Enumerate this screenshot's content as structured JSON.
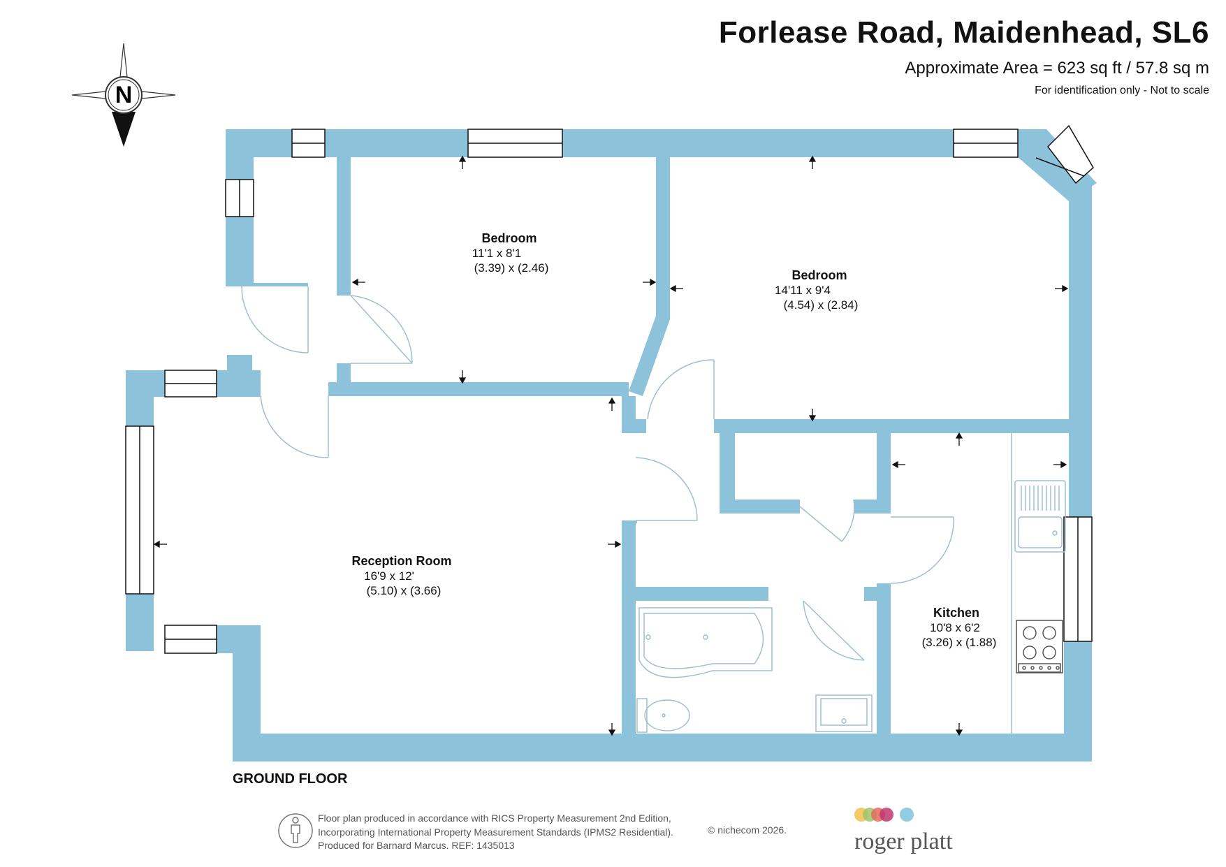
{
  "header": {
    "title": "Forlease Road, Maidenhead, SL6",
    "area": "Approximate Area = 623 sq ft / 57.8 sq m",
    "note": "For identification only - Not to scale"
  },
  "compass": {
    "letter": "N"
  },
  "floor_label": "GROUND FLOOR",
  "rooms": {
    "bedroom1": {
      "name": "Bedroom",
      "imperial": "11'1 x 8'1",
      "metric": "(3.39) x (2.46)"
    },
    "bedroom2": {
      "name": "Bedroom",
      "imperial": "14'11 x 9'4",
      "metric": "(4.54) x (2.84)"
    },
    "reception": {
      "name": "Reception Room",
      "imperial": "16'9 x 12'",
      "metric": "(5.10) x (3.66)"
    },
    "kitchen": {
      "name": "Kitchen",
      "imperial": "10'8 x 6'2",
      "metric": "(3.26) x (1.88)"
    }
  },
  "footer": {
    "line1": "Floor plan produced in accordance with RICS Property Measurement 2nd Edition,",
    "line2": "Incorporating International Property Measurement Standards (IPMS2 Residential).",
    "line3": "Produced for Barnard Marcus.   REF:  1435013",
    "copyright": "© nichecom 2026."
  },
  "logo": {
    "text": "roger platt"
  },
  "colors": {
    "wall": "#8cc2da",
    "fixture": "#9fbfd0",
    "text": "#111111",
    "logo_dots": [
      "#f2c14e",
      "#9fc46b",
      "#e36b5b",
      "#c0376d",
      "#7ec4dc"
    ]
  }
}
